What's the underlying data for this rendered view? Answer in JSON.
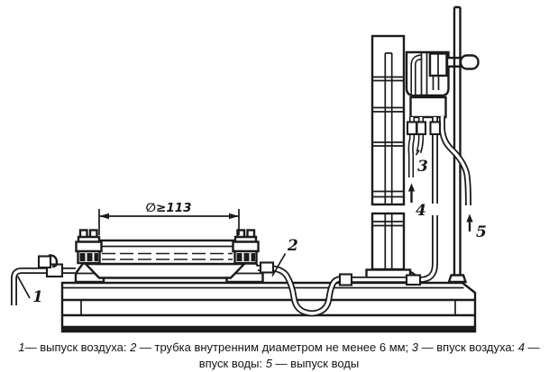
{
  "diagram": {
    "dimension_label": "∅≥113",
    "labels": {
      "air_outlet": "1",
      "tube": "2",
      "air_inlet": "3",
      "water_inlet": "4",
      "water_outlet": "5"
    }
  },
  "caption": {
    "line1": [
      {
        "t": "1",
        "i": true
      },
      {
        "t": "— выпуск воздуха: ",
        "i": false
      },
      {
        "t": "2",
        "i": true
      },
      {
        "t": " — трубка внутренним диаметром не менее 6 мм; ",
        "i": false
      },
      {
        "t": "3",
        "i": true
      },
      {
        "t": " — впуск воздуха: ",
        "i": false
      },
      {
        "t": "4",
        "i": true
      },
      {
        "t": " —",
        "i": false
      }
    ],
    "line2": [
      {
        "t": "впуск воды: ",
        "i": false
      },
      {
        "t": "5",
        "i": true
      },
      {
        "t": " — выпуск воды",
        "i": false
      }
    ]
  }
}
